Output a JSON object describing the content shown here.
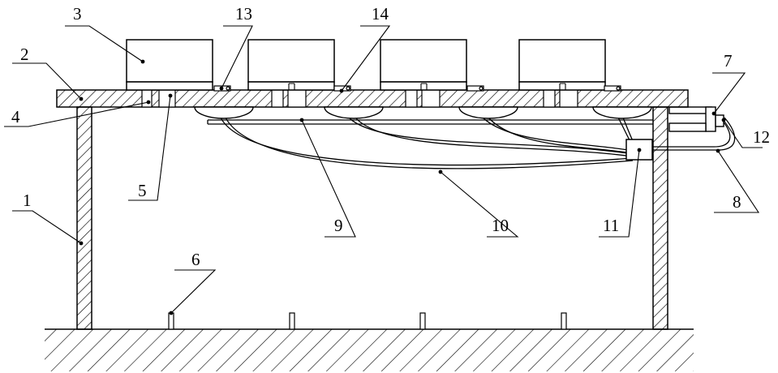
{
  "figure": {
    "callouts": [
      {
        "id": "c1",
        "text": "1"
      },
      {
        "id": "c2",
        "text": "2"
      },
      {
        "id": "c3",
        "text": "3"
      },
      {
        "id": "c4",
        "text": "4"
      },
      {
        "id": "c5",
        "text": "5"
      },
      {
        "id": "c6",
        "text": "6"
      },
      {
        "id": "c7",
        "text": "7"
      },
      {
        "id": "c8",
        "text": "8"
      },
      {
        "id": "c9",
        "text": "9"
      },
      {
        "id": "c10",
        "text": "10"
      },
      {
        "id": "c11",
        "text": "11"
      },
      {
        "id": "c12",
        "text": "12"
      },
      {
        "id": "c13",
        "text": "13"
      },
      {
        "id": "c14",
        "text": "14"
      }
    ],
    "colors": {
      "stroke": "#000000",
      "background": "#ffffff"
    }
  }
}
